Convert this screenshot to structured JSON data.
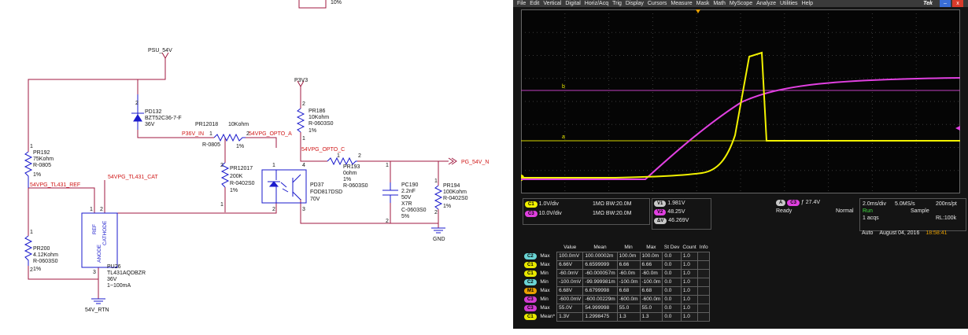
{
  "schematic": {
    "top_resistor_tol": "10%",
    "psu_net": "PSU_54V",
    "p3v3_net": "P3V3",
    "gnd_label": "GND",
    "rtn_label": "54V_RTN",
    "nets": {
      "p36v_in": "P36V_IN",
      "opto_a": "54VPG_OPTO_A",
      "opto_c": "54VPG_OPTO_C",
      "tl431_ref": "54VPG_TL431_REF",
      "tl431_cat": "54VPG_TL431_CAT",
      "pg_out": "PG_54V_N"
    },
    "pd132": {
      "ref": "PD132",
      "part": "BZT52C36-7-F",
      "val": "36V"
    },
    "pr12018": {
      "ref": "PR12018",
      "val": "10Kohm",
      "pkg": "R-0805",
      "tol": "1%"
    },
    "pr186": {
      "ref": "PR186",
      "val": "10Kohm",
      "pkg": "R-0603S0",
      "tol": "1%"
    },
    "pr192": {
      "ref": "PR192",
      "val": "75Kohm",
      "pkg": "R-0805",
      "tol": "1%"
    },
    "pr12017": {
      "ref": "PR12017",
      "val": "200K",
      "pkg": "R-0402S0",
      "tol": "1%"
    },
    "pd37": {
      "ref": "PD37",
      "part": "FOD817DSD",
      "val": "70V"
    },
    "pr193": {
      "ref": "PR193",
      "val": "0ohm",
      "tol": "1%",
      "pkg": "R-0603S0"
    },
    "pc190": {
      "ref": "PC190",
      "val": "2.2nF",
      "v": "50V",
      "diel": "X7R",
      "pkg": "C-0603S0",
      "tol": "5%"
    },
    "pr194": {
      "ref": "PR194",
      "val": "100Kohm",
      "pkg": "R-0402S0",
      "tol": "1%"
    },
    "pr200": {
      "ref": "PR200",
      "val": "4.12Kohm",
      "pkg": "R-0603S0",
      "tol": "1%"
    },
    "pu26": {
      "ref": "PU26",
      "part": "TL431AQDBZR",
      "val": "36V",
      "cur": "1~100mA",
      "pin_ref": "REF",
      "pin_cathode": "CATHODE",
      "pin_anode": "ANODE"
    },
    "pins": {
      "p1": "1",
      "p2": "2",
      "p3": "3",
      "p4": "4"
    }
  },
  "scope": {
    "menu": [
      "File",
      "Edit",
      "Vertical",
      "Digital",
      "Horiz/Acq",
      "Trig",
      "Display",
      "Cursors",
      "Measure",
      "Mask",
      "Math",
      "MyScope",
      "Analyze",
      "Utilities",
      "Help"
    ],
    "brand": "Tek",
    "markers": {
      "b": "b",
      "a": "a",
      "one": "1"
    },
    "ch1": {
      "label": "C1",
      "scale": "1.0V/div",
      "imp": "1MΩ",
      "bw": "BW:20.0M"
    },
    "ch3": {
      "label": "C3",
      "scale": "10.0V/div",
      "imp": "1MΩ",
      "bw": "BW:20.0M"
    },
    "cursors": {
      "v1_tag": "V1",
      "v1": "1.981V",
      "v2_tag": "V2",
      "v2": "48.25V",
      "dv_tag": "ΔV",
      "dv": "46.269V"
    },
    "trigger": {
      "mode_tag": "A",
      "ch_tag": "C3",
      "level": "27.4V",
      "state": "Ready",
      "mode": "Normal"
    },
    "horiz": {
      "tdiv": "2.0ms/div",
      "rate": "5.0MS/s",
      "res": "200ns/pt",
      "run": "Run",
      "acq": "Sample",
      "acqs": "1 acqs",
      "rl": "RL:100k"
    },
    "status": {
      "auto": "Auto",
      "date": "August 04, 2016",
      "time": "18:58:41"
    },
    "meas_headers": [
      "",
      "",
      "Value",
      "Mean",
      "Min",
      "Max",
      "St Dev",
      "Count",
      "Info"
    ],
    "meas_rows": [
      {
        "ch": "C2",
        "type": "Max",
        "value": "100.0mV",
        "mean": "100.00002m",
        "min": "100.0m",
        "max": "100.0m",
        "stdev": "0.0",
        "count": "1.0",
        "color": "#6ad4d4"
      },
      {
        "ch": "C1",
        "type": "Max",
        "value": "6.66V",
        "mean": "6.6599999",
        "min": "6.66",
        "max": "6.66",
        "stdev": "0.0",
        "count": "1.0",
        "color": "#e8e800"
      },
      {
        "ch": "C1",
        "type": "Min",
        "value": "-60.0mV",
        "mean": "-60.000057m",
        "min": "-60.0m",
        "max": "-60.0m",
        "stdev": "0.0",
        "count": "1.0",
        "color": "#e8e800"
      },
      {
        "ch": "C2",
        "type": "Min",
        "value": "-100.0mV",
        "mean": "-99.999981m",
        "min": "-100.0m",
        "max": "-100.0m",
        "stdev": "0.0",
        "count": "1.0",
        "color": "#6ad4d4"
      },
      {
        "ch": "M1",
        "type": "Max",
        "value": "6.68V",
        "mean": "6.6799998",
        "min": "6.68",
        "max": "6.68",
        "stdev": "0.0",
        "count": "1.0",
        "color": "#e8a000"
      },
      {
        "ch": "C3",
        "type": "Min",
        "value": "-600.0mV",
        "mean": "-600.00229m",
        "min": "-600.0m",
        "max": "-600.0m",
        "stdev": "0.0",
        "count": "1.0",
        "color": "#d23cd2"
      },
      {
        "ch": "C3",
        "type": "Max",
        "value": "55.0V",
        "mean": "54.999998",
        "min": "55.0",
        "max": "55.0",
        "stdev": "0.0",
        "count": "1.0",
        "color": "#d23cd2"
      },
      {
        "ch": "C1",
        "type": "Mean*",
        "value": "1.3V",
        "mean": "1.2998475",
        "min": "1.3",
        "max": "1.3",
        "stdev": "0.0",
        "count": "1.0",
        "color": "#e8e800"
      }
    ],
    "colors": {
      "ch1": "#f2f200",
      "ch3": "#e040e0",
      "cursor_a": "#d8d800",
      "cursor_b": "#c040c0"
    }
  }
}
